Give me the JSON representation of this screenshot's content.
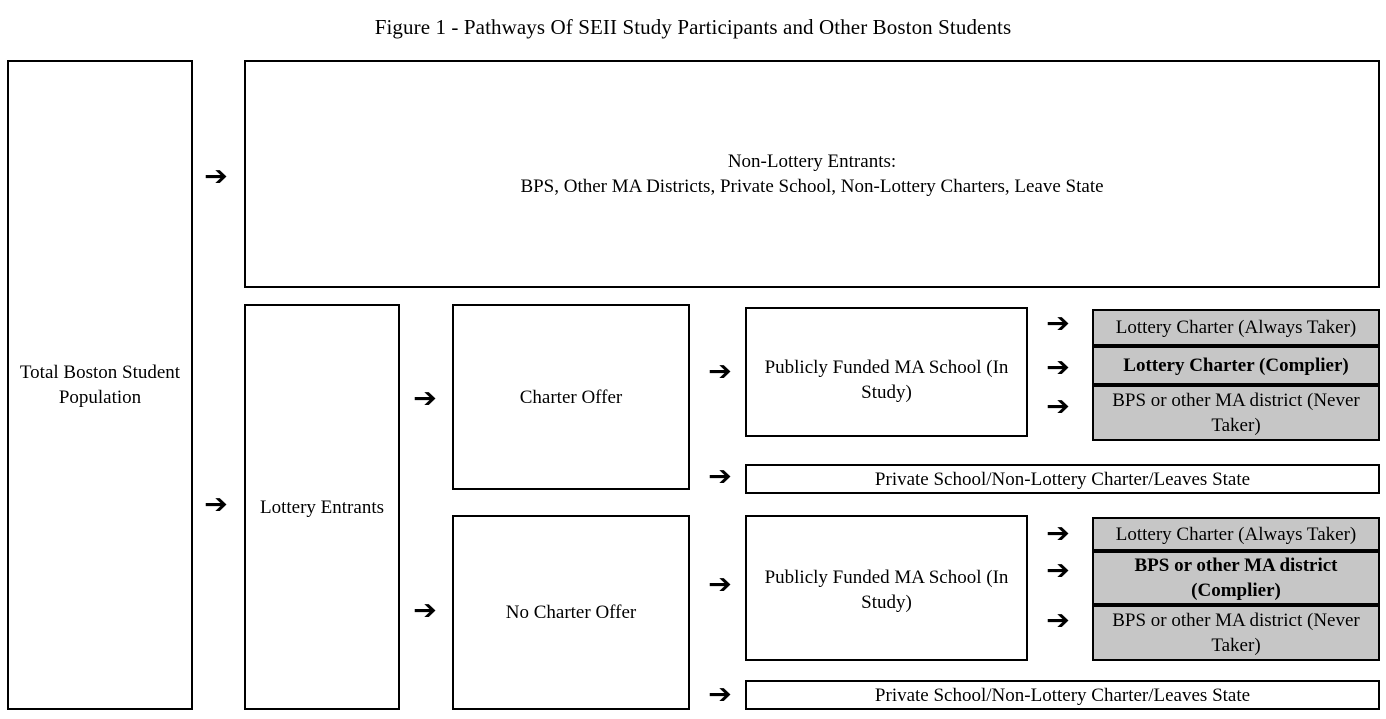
{
  "figure": {
    "title": "Figure 1 - Pathways Of SEII Study Participants and Other Boston Students"
  },
  "nodes": {
    "total_population": "Total Boston Student Population",
    "non_lottery_line1": "Non-Lottery Entrants:",
    "non_lottery_line2": "BPS, Other MA Districts, Private School, Non-Lottery Charters, Leave State",
    "lottery_entrants": "Lottery Entrants",
    "charter_offer": "Charter Offer",
    "no_charter_offer": "No Charter Offer",
    "publicly_funded_top": "Publicly Funded MA School (In Study)",
    "publicly_funded_bottom": "Publicly Funded MA School (In Study)",
    "private_school_top": "Private School/Non-Lottery Charter/Leaves State",
    "private_school_bottom": "Private School/Non-Lottery Charter/Leaves State"
  },
  "outcomes_top": [
    {
      "label": "Lottery Charter (Always Taker)",
      "bold": false
    },
    {
      "label": "Lottery Charter (Complier)",
      "bold": true
    },
    {
      "label": "BPS or other MA district (Never Taker)",
      "bold": false
    }
  ],
  "outcomes_bottom": [
    {
      "label": "Lottery Charter (Always Taker)",
      "bold": false
    },
    {
      "label": "BPS or other MA district (Complier)",
      "bold": true
    },
    {
      "label": "BPS or other MA district (Never Taker)",
      "bold": false
    }
  ],
  "arrows": {
    "glyph": "➔",
    "to_non_lottery": "arrow-to-non-lottery-entrants",
    "to_lottery": "arrow-to-lottery-entrants",
    "to_charter_offer": "arrow-to-charter-offer",
    "to_no_charter_offer": "arrow-to-no-charter-offer",
    "to_public_top": "arrow-to-publicly-funded-top",
    "to_public_bottom": "arrow-to-publicly-funded-bottom",
    "to_private_top": "arrow-to-private-school-top",
    "to_private_bottom": "arrow-to-private-school-bottom"
  },
  "colors": {
    "outline": "#000000",
    "gray_fill": "#c6c6c6",
    "background": "#ffffff"
  }
}
